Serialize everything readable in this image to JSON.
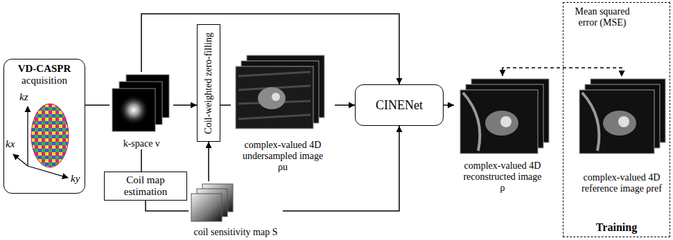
{
  "diagram": {
    "nodes": [
      {
        "text": [
          "VD-CASPR",
          "acquisition"
        ]
      },
      {
        "text": [
          "k-space ν"
        ]
      },
      {
        "text": [
          "Coil-weighted zero-filling"
        ]
      },
      {
        "text": [
          "complex-valued 4D undersampled image ρu"
        ]
      },
      {
        "text": [
          "Coil map estimation"
        ]
      },
      {
        "text": [
          "coil sensitivity map S"
        ]
      },
      {
        "text": [
          "CINENet"
        ]
      },
      {
        "text": [
          "complex-valued 4D reconstructed image ρ"
        ]
      },
      {
        "text": [
          "Mean squared error (MSE)",
          "Training"
        ]
      },
      {
        "text": [
          "complex-valued 4D reference image ρref"
        ],
        "in": 8
      }
    ],
    "edges": [
      {
        "from": 0,
        "to": 1,
        "arrow": "none"
      },
      {
        "from": 1,
        "to": 2,
        "arrow": "to"
      },
      {
        "from": 1,
        "to": 6,
        "arrow": "to"
      },
      {
        "from": 1,
        "to": 4,
        "arrow": "none"
      },
      {
        "from": 4,
        "to": 5,
        "arrow": "none"
      },
      {
        "from": 5,
        "to": 2,
        "arrow": "to"
      },
      {
        "from": 5,
        "to": 6,
        "arrow": "to"
      },
      {
        "from": 2,
        "to": 3,
        "arrow": "none"
      },
      {
        "from": 3,
        "to": 6,
        "arrow": "to"
      },
      {
        "from": 6,
        "to": 7,
        "arrow": "to"
      },
      {
        "from": 7,
        "to": 9,
        "arrow": "both"
      }
    ],
    "labels": [
      "kz",
      "kx",
      "ky"
    ]
  }
}
